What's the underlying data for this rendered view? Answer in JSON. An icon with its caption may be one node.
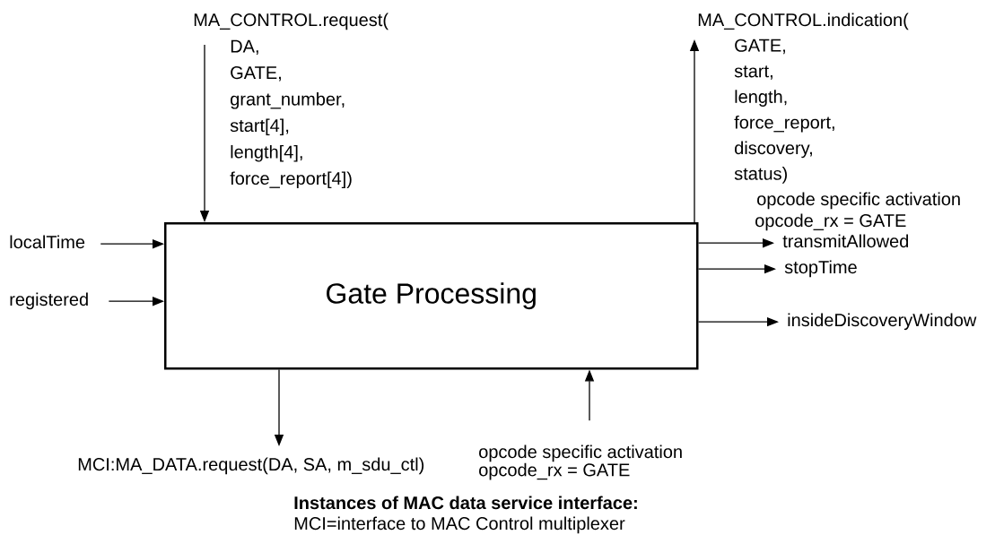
{
  "diagram": {
    "nodes": [
      {
        "text": [
          "Gate Processing"
        ]
      },
      {
        "text": [
          "MA_CONTROL.request(",
          "DA,",
          "GATE,",
          "grant_number,",
          "start[4],",
          "length[4],",
          "force_report[4])"
        ]
      },
      {
        "text": [
          "MA_CONTROL.indication(",
          "GATE,",
          "start,",
          "length,",
          "force_report,",
          "discovery,",
          "status)"
        ]
      },
      {
        "text": [
          "localTime"
        ]
      },
      {
        "text": [
          "registered"
        ]
      },
      {
        "text": [
          "transmitAllowed"
        ]
      },
      {
        "text": [
          "stopTime"
        ]
      },
      {
        "text": [
          "insideDiscoveryWindow"
        ]
      },
      {
        "text": [
          "MCI:MA_DATA.request(DA, SA, m_sdu_ctl)"
        ]
      },
      {
        "text": [
          "opcode specific activation",
          "opcode_rx = GATE"
        ]
      }
    ],
    "edges": [
      {
        "from": 1,
        "to": 0,
        "arrow": "to"
      },
      {
        "from": 0,
        "to": 2,
        "arrow": "to"
      },
      {
        "from": 3,
        "to": 0,
        "arrow": "to"
      },
      {
        "from": 4,
        "to": 0,
        "arrow": "to"
      },
      {
        "from": 0,
        "to": 5,
        "arrow": "to"
      },
      {
        "from": 0,
        "to": 6,
        "arrow": "to"
      },
      {
        "from": 0,
        "to": 7,
        "arrow": "to"
      },
      {
        "from": 0,
        "to": 8,
        "arrow": "to"
      },
      {
        "from": 9,
        "to": 0,
        "arrow": "to"
      }
    ],
    "labels": [
      "opcode specific activation",
      "opcode_rx = GATE",
      "Instances of MAC data service interface:",
      "MCI=interface to MAC Control multiplexer"
    ]
  }
}
